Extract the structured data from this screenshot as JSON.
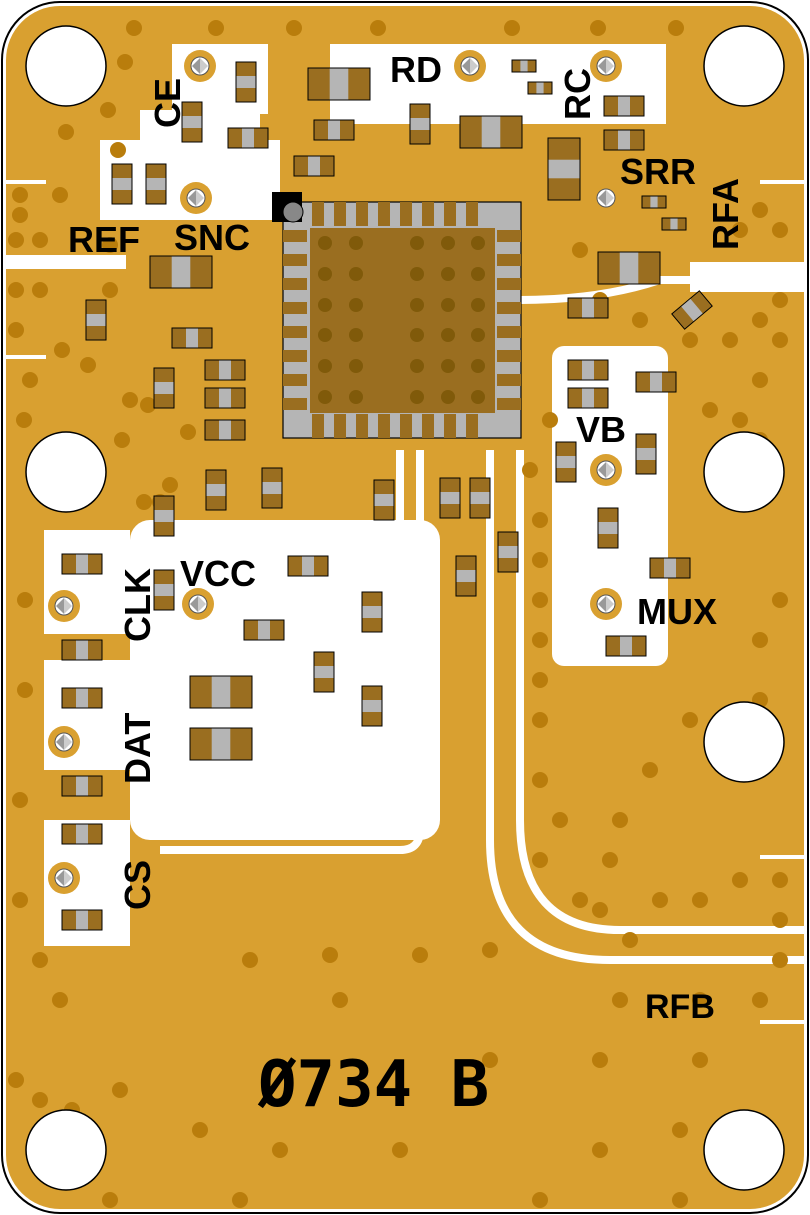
{
  "board": {
    "part_id": "Ø734 B",
    "colors": {
      "copper": "#D9A030",
      "via": "#B97D0C",
      "pad": "#9A6E20",
      "body": "#B5B5B5",
      "chip": "#9A6E20",
      "chip_via": "#805A0A",
      "clear": "#FFFFFF",
      "outline": "#000000"
    }
  },
  "labels": {
    "ce": "CE",
    "rd": "RD",
    "rc": "RC",
    "srr": "SRR",
    "rfa": "RFA",
    "ref": "REF",
    "snc": "SNC",
    "vb": "VB",
    "vcc": "VCC",
    "clk": "CLK",
    "mux": "MUX",
    "dat": "DAT",
    "cs": "CS",
    "rfb": "RFB"
  },
  "test_points": [
    "CE",
    "RD",
    "RC",
    "SRR",
    "SNC",
    "VB",
    "VCC",
    "CLK",
    "MUX",
    "DAT",
    "CS"
  ],
  "chip": {
    "package": "QFN",
    "pin1_marker": "pin-1"
  }
}
